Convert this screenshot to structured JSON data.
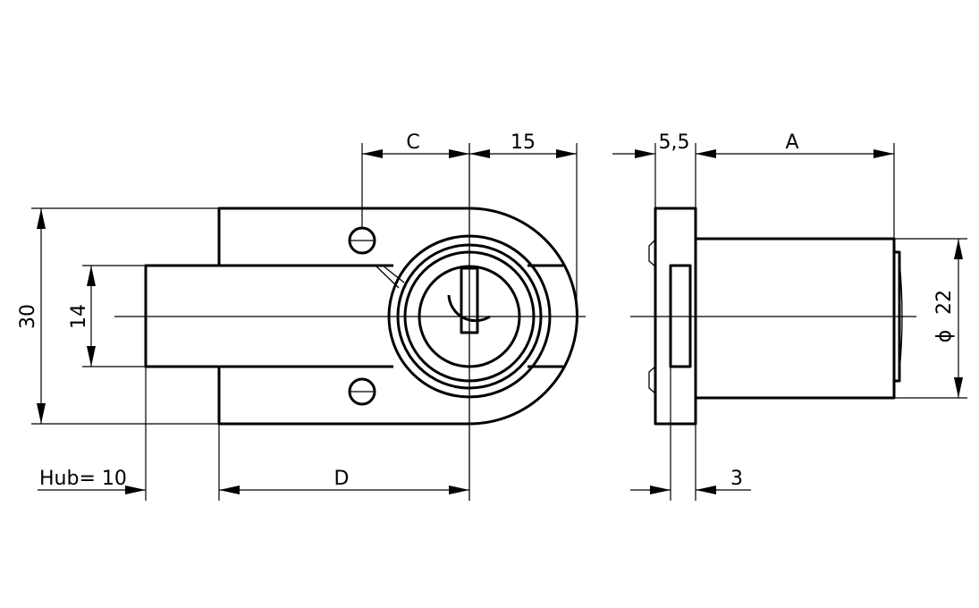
{
  "labels": {
    "c": "C",
    "fifteen": "15",
    "five_five": "5,5",
    "a": "A",
    "thirty": "30",
    "fourteen": "14",
    "hub": "Hub= 10",
    "d": "D",
    "three": "3",
    "phi": "ϕ",
    "twenty_two": "22"
  }
}
